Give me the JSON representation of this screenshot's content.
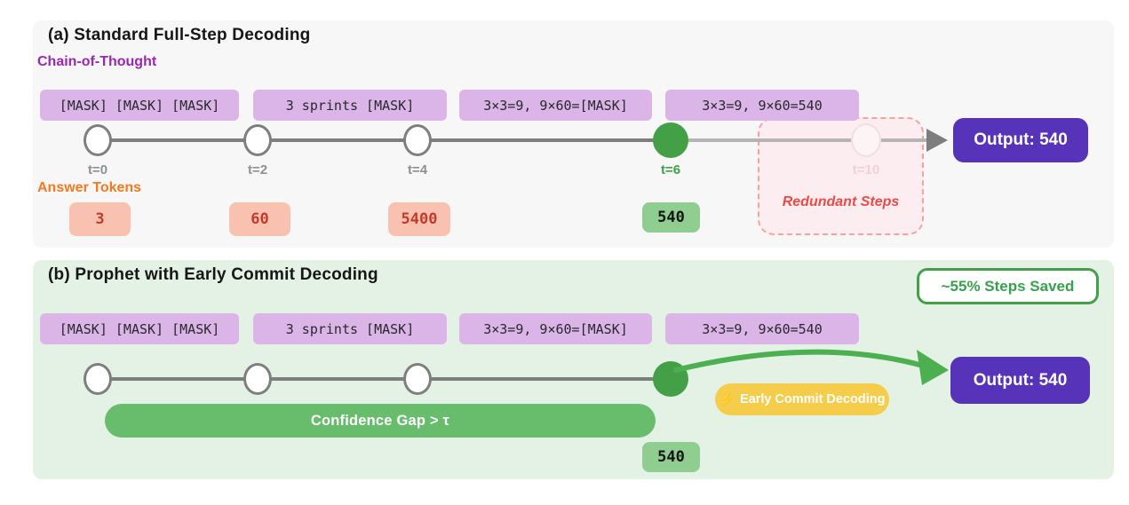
{
  "colors": {
    "panel_a_bg": "#f7f7f8",
    "panel_b_bg": "#e4f2e6",
    "mask_box": "#dcb5e8",
    "cot_label": "#9c27b0",
    "answer_label": "#f4791f",
    "answer_token_bg": "#f9c2b0",
    "answer_token_text": "#c23b2e",
    "committed_token_bg": "#8fce90",
    "node_done": "#43a047",
    "output_box": "#5633b8",
    "confidence_bar": "#68bd6c",
    "early_commit_badge": "#f6cd4a",
    "redundant_text": "#ea4b49",
    "steps_saved_text": "#36a34c"
  },
  "panel_a": {
    "title": "(a) Standard Full-Step Decoding",
    "cot_label": "Chain-of-Thought",
    "answer_label": "Answer Tokens",
    "mask_boxes": [
      "[MASK] [MASK] [MASK]",
      "3 sprints [MASK]",
      "3×3=9, 9×60=[MASK]",
      "3×3=9, 9×60=540"
    ],
    "timesteps": [
      {
        "label": "t=0",
        "state": "open"
      },
      {
        "label": "t=2",
        "state": "open"
      },
      {
        "label": "t=4",
        "state": "open"
      },
      {
        "label": "t=6",
        "state": "done"
      },
      {
        "label": "t=10",
        "state": "ghost"
      }
    ],
    "answer_tokens": [
      "3",
      "60",
      "5400"
    ],
    "committed_token": "540",
    "redundant_label": "Redundant Steps",
    "output_label": "Output: 540"
  },
  "panel_b": {
    "title": "(b) Prophet with Early Commit Decoding",
    "steps_saved_badge": "~55% Steps Saved",
    "mask_boxes": [
      "[MASK] [MASK] [MASK]",
      "3 sprints [MASK]",
      "3×3=9, 9×60=[MASK]",
      "3×3=9, 9×60=540"
    ],
    "confidence_label": "Confidence Gap > τ",
    "early_commit_icon": "⚡",
    "early_commit_label": "Early Commit Decoding",
    "committed_token": "540",
    "output_label": "Output: 540"
  }
}
